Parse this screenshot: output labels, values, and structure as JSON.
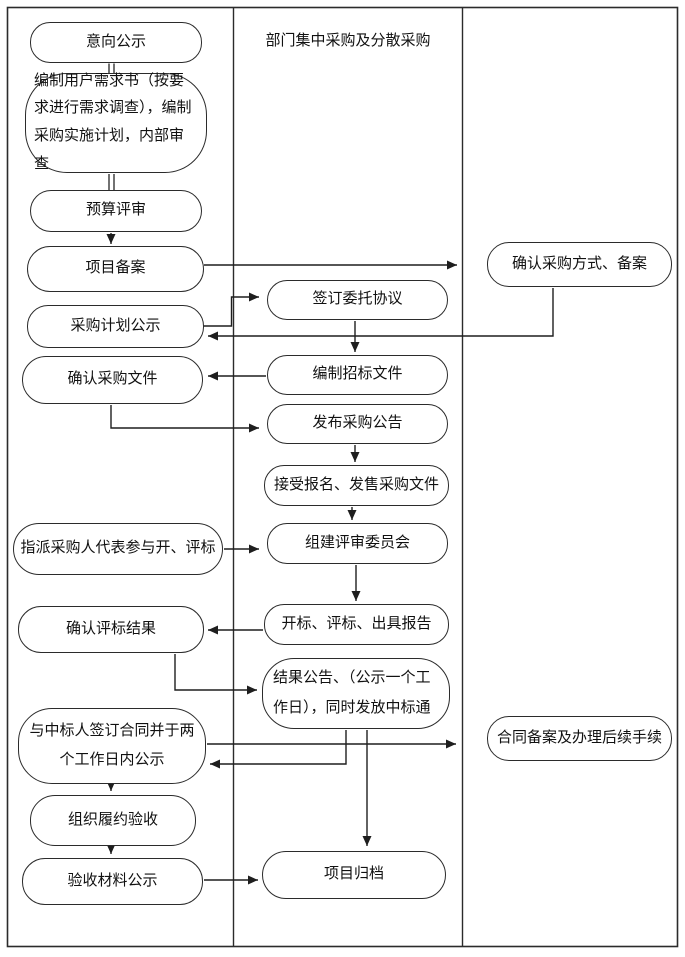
{
  "diagram": {
    "title": "部门集中采购及分散采购",
    "colors": {
      "stroke": "#2b2b2b",
      "double_line": "#4f4f4f",
      "node_fill": "#ffffff",
      "text": "#111111",
      "background": "#ffffff"
    },
    "nodes": {
      "intent_publicity": "意向公示",
      "prepare_requirements": "编制用户需求书（按要求进行需求调查），编制采购实施计划，内部审查",
      "budget_review": "预算评审",
      "project_filing": "项目备案",
      "plan_publicity": "采购计划公示",
      "confirm_documents": "确认采购文件",
      "appoint_representative": "指派采购人代表参与开、评标",
      "confirm_results": "确认评标结果",
      "sign_contract": "与中标人签订合同并于两个工作日内公示",
      "organize_acceptance": "组织履约验收",
      "acceptance_publicity": "验收材料公示",
      "sign_agreement": "签订委托协议",
      "prepare_tender": "编制招标文件",
      "publish_announcement": "发布采购公告",
      "accept_registration": "接受报名、发售采购文件",
      "form_committee": "组建评审委员会",
      "bid_opening": "开标、评标、出具报告",
      "result_announcement": "结果公告、（公示一个工作日），同时发放中标通",
      "project_archive": "项目归档",
      "confirm_method": "确认采购方式、备案",
      "contract_filing": "合同备案及办理后续手续"
    }
  }
}
